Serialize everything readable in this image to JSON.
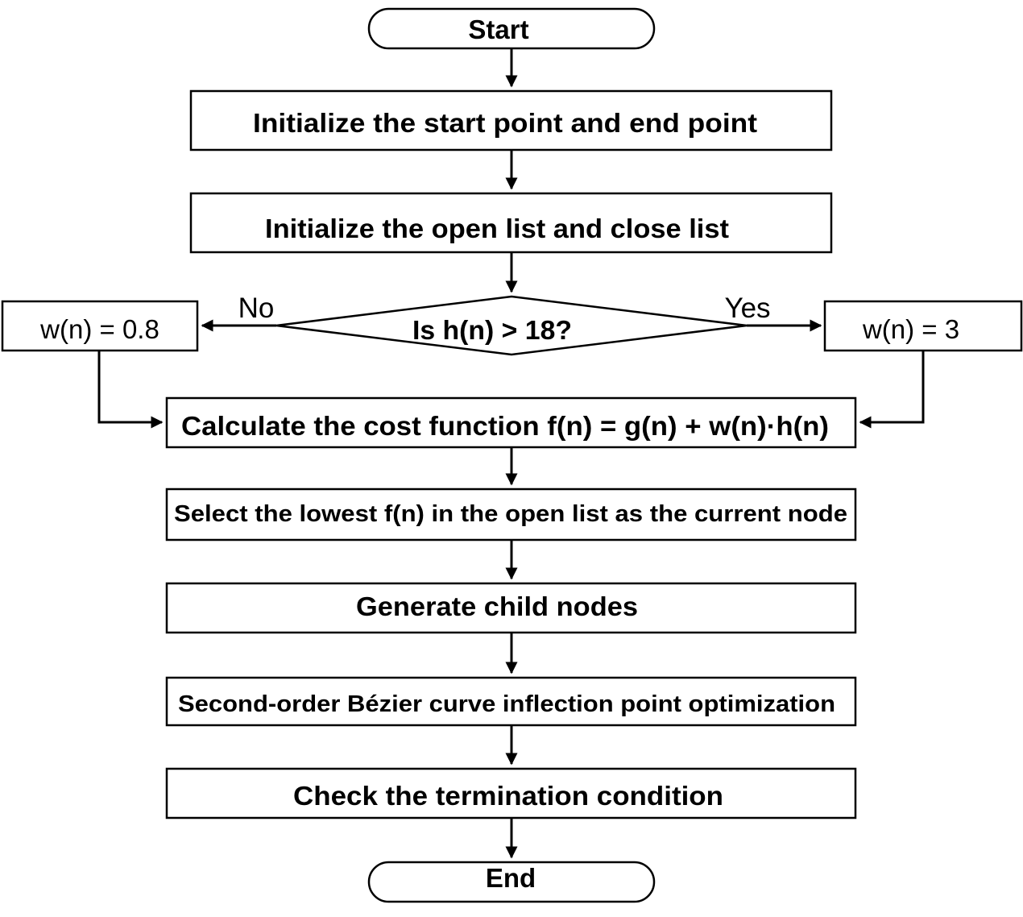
{
  "flowchart": {
    "start": "Start",
    "init_points": "Initialize the start point and end point",
    "init_lists": "Initialize the open list and close list",
    "decision": "Is h(n) > 18?",
    "branch_no": "No",
    "branch_yes": "Yes",
    "weight_no": "w(n) = 0.8",
    "weight_yes": "w(n) = 3",
    "cost": "Calculate the cost function f(n) = g(n) + w(n)·h(n)",
    "select": "Select the lowest f(n) in the open list as the current node",
    "generate": "Generate child nodes",
    "bezier": "Second-order Bézier curve inflection point optimization",
    "check": "Check the termination condition",
    "end": "End"
  },
  "colors": {
    "stroke": "#000000",
    "fill": "#ffffff",
    "text": "#000000"
  }
}
